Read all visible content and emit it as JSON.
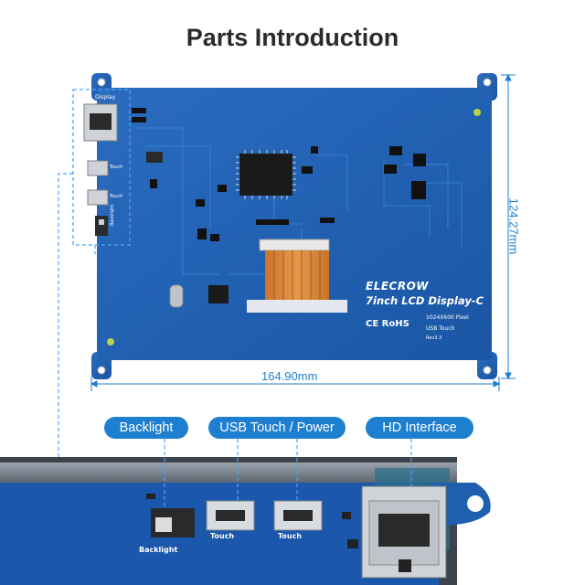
{
  "page": {
    "title": "Parts Introduction"
  },
  "board": {
    "brand": "ELECROW",
    "model": "7inch LCD Display-C",
    "resolution": "1024X600 Pixel",
    "touch": "USB Touch",
    "rev": "Rev3.3",
    "certs": "CE RoHS",
    "silk_display": "Display",
    "silk_touch_1": "Touch",
    "silk_touch_2": "Touch",
    "silk_backlight": "Backlight",
    "pcb_color": "#1f5fb0"
  },
  "dimensions": {
    "width": "164.90mm",
    "height": "124.27mm"
  },
  "labels": {
    "backlight": "Backlight",
    "usb_touch_power": "USB Touch / Power",
    "hd_interface": "HD Interface"
  },
  "closeup": {
    "backlight": "Backlight",
    "touch_1": "Touch",
    "touch_2": "Touch"
  },
  "colors": {
    "accent": "#1e7fd0",
    "pcb": "#1f5fb0"
  }
}
